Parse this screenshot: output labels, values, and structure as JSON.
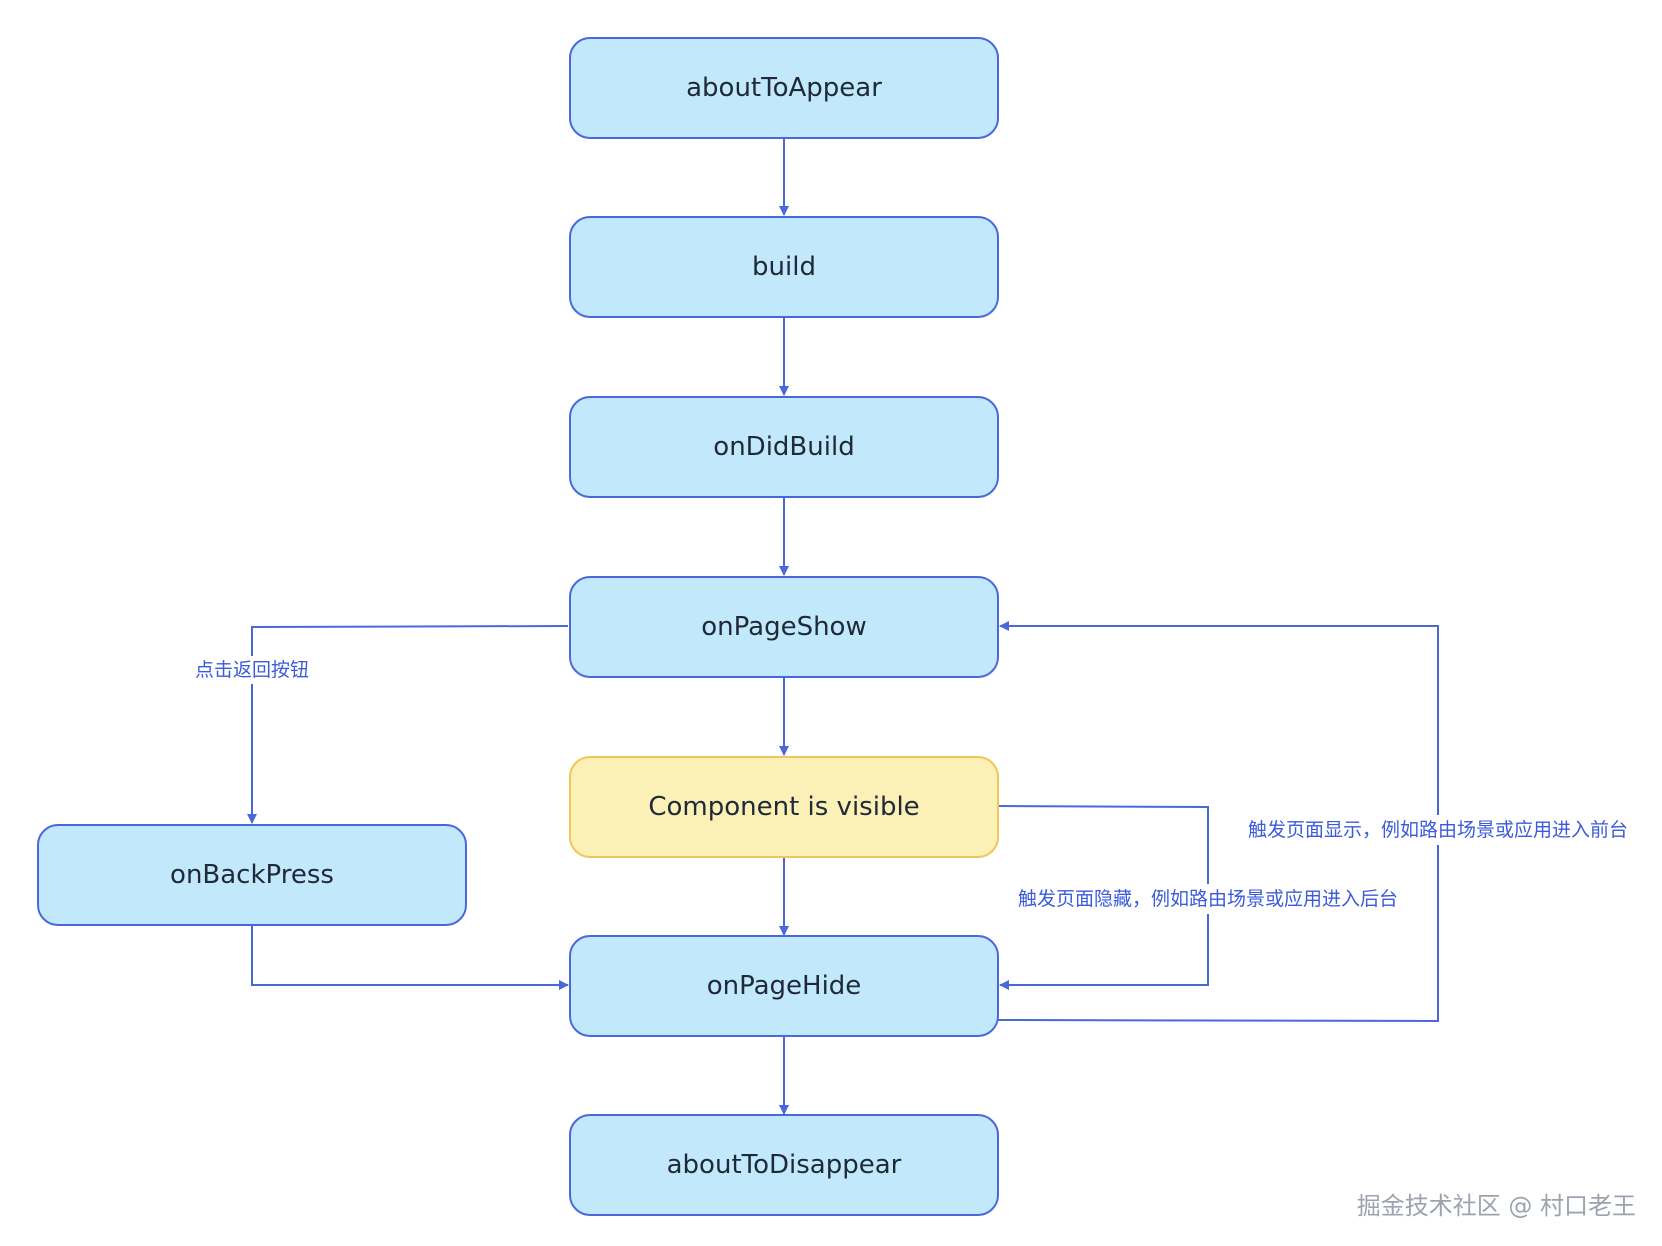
{
  "colors": {
    "node_fill": "#c2e9fb",
    "node_stroke": "#4a68dc",
    "highlight_fill": "#fbf1b6",
    "highlight_stroke": "#f2c55c",
    "edge": "#4a68dc",
    "edge_label": "#3b5bdb"
  },
  "nodes": {
    "about_to_appear": "aboutToAppear",
    "build": "build",
    "on_did_build": "onDidBuild",
    "on_page_show": "onPageShow",
    "component_visible": "Component is visible",
    "on_back_press": "onBackPress",
    "on_page_hide": "onPageHide",
    "about_to_disappear": "aboutToDisappear"
  },
  "edge_labels": {
    "back_button": "点击返回按钮",
    "page_hide": "触发页面隐藏，例如路由场景或应用进入后台",
    "page_show": "触发页面显示，例如路由场景或应用进入前台"
  },
  "watermark": "掘金技术社区 @ 村口老王"
}
